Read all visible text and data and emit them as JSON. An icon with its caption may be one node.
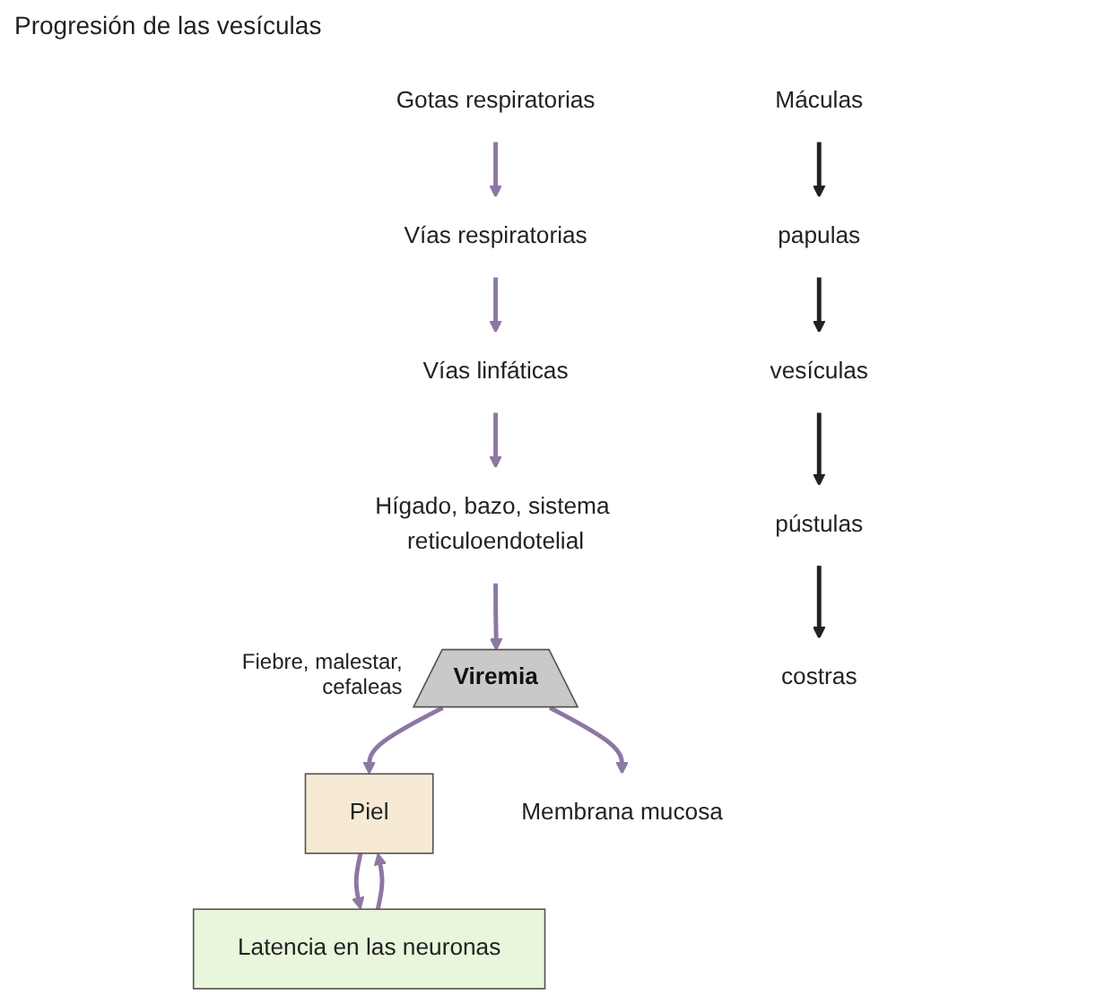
{
  "diagram": {
    "nodes": [
      {
        "text": [
          "Gotas respiratorias"
        ]
      },
      {
        "text": [
          "Vías respiratorias"
        ]
      },
      {
        "text": [
          "Vías linfáticas"
        ]
      },
      {
        "text": [
          "Hígado, bazo, sistema reticuloendotelial"
        ]
      },
      {
        "text": [
          "Viremia"
        ],
        "beside": [
          "Fiebre, malestar, cefaleas"
        ]
      },
      {
        "text": [
          "Máculas"
        ]
      },
      {
        "text": [
          "papulas"
        ]
      },
      {
        "text": [
          "vesículas"
        ]
      },
      {
        "text": [
          "Piel"
        ]
      },
      {
        "text": [
          "Membrana mucosa"
        ]
      },
      {
        "text": [
          "pústulas"
        ]
      },
      {
        "text": [
          "costras"
        ]
      },
      {
        "text": [
          "Latencia en las neuronas"
        ]
      }
    ],
    "edges": [
      {
        "from": 0,
        "to": 1,
        "arrow": "to"
      },
      {
        "from": 1,
        "to": 2,
        "arrow": "to"
      },
      {
        "from": 2,
        "to": 3,
        "arrow": "to"
      },
      {
        "from": 3,
        "to": 4,
        "arrow": "to"
      },
      {
        "from": 4,
        "to": 8,
        "arrow": "to"
      },
      {
        "from": 4,
        "to": 9,
        "arrow": "to"
      },
      {
        "from": 5,
        "to": 6,
        "arrow": "to",
        "color": "#222222"
      },
      {
        "from": 6,
        "to": 7,
        "arrow": "to",
        "color": "#222222"
      },
      {
        "from": 7,
        "to": 10,
        "arrow": "to",
        "color": "#222222"
      },
      {
        "from": 10,
        "to": 11,
        "arrow": "to",
        "color": "#222222"
      },
      {
        "from": 8,
        "to": 12,
        "arrow": "to"
      },
      {
        "from": 12,
        "to": 8,
        "arrow": "to"
      }
    ],
    "labels": [
      "Progresión de las vesículas"
    ]
  }
}
